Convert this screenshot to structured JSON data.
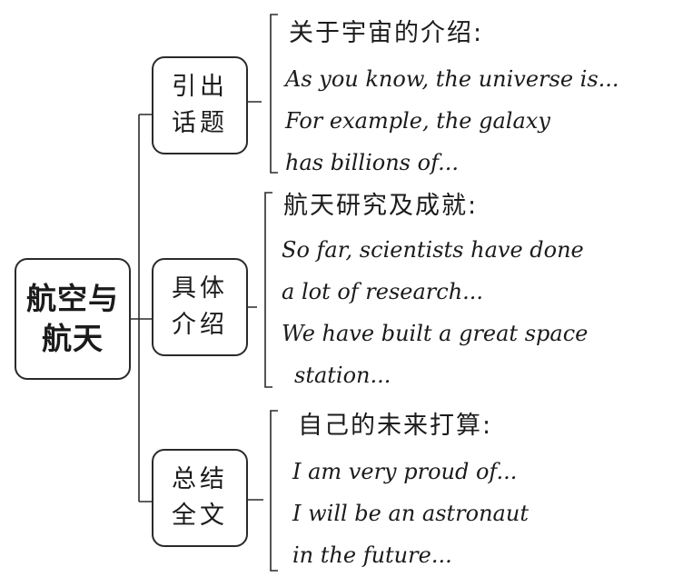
{
  "root": {
    "lines": [
      "航空与",
      "航天"
    ]
  },
  "branches": [
    {
      "label": [
        "引出",
        "话题"
      ],
      "heading": "关于宇宙的介绍:",
      "lines": [
        "As you know, the universe is...",
        "For example, the galaxy",
        "has billions of..."
      ]
    },
    {
      "label": [
        "具体",
        "介绍"
      ],
      "heading": "航天研究及成就:",
      "lines": [
        "So far, scientists have done",
        "a lot of research...",
        "We have built a great space",
        "station..."
      ]
    },
    {
      "label": [
        "总结",
        "全文"
      ],
      "heading": "自己的未来打算:",
      "lines": [
        "I am very proud of...",
        "I will be an astronaut",
        "in the future..."
      ]
    }
  ]
}
